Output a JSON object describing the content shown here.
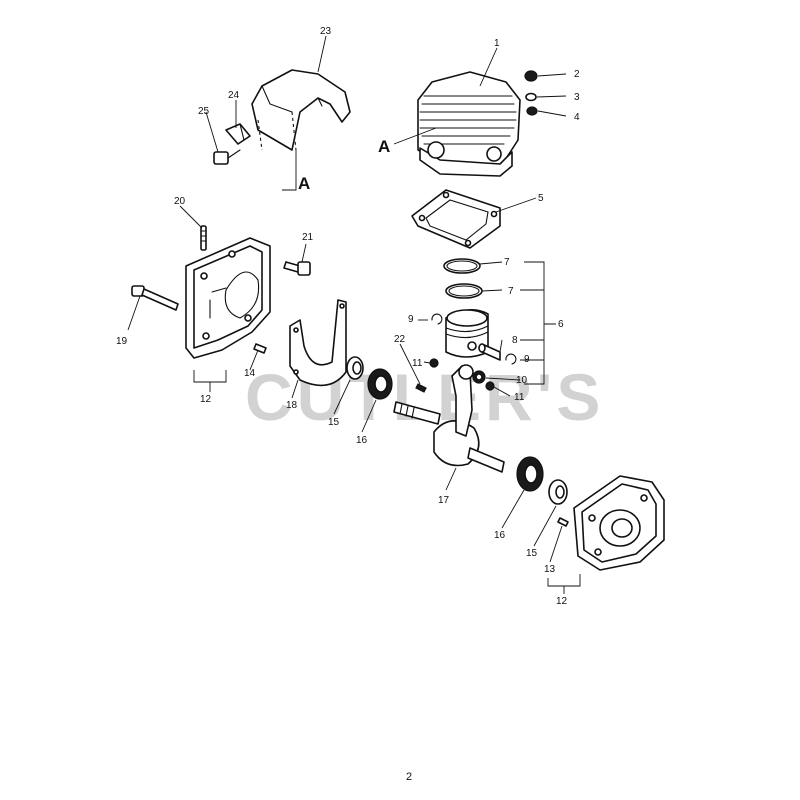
{
  "page_number": "2",
  "watermark": "CUTLER'S",
  "reference_marks": {
    "a_upper": "A",
    "a_lower": "A"
  },
  "callouts": {
    "c1": "1",
    "c2": "2",
    "c3": "3",
    "c4": "4",
    "c5": "5",
    "c6": "6",
    "c7a": "7",
    "c7b": "7",
    "c8": "8",
    "c9a": "9",
    "c9b": "9",
    "c10": "10",
    "c11a": "11",
    "c11b": "11",
    "c12a": "12",
    "c12b": "12",
    "c13": "13",
    "c14": "14",
    "c15a": "15",
    "c15b": "15",
    "c16a": "16",
    "c16b": "16",
    "c17": "17",
    "c18": "18",
    "c19": "19",
    "c20": "20",
    "c21": "21",
    "c22": "22",
    "c23": "23",
    "c24": "24",
    "c25": "25"
  }
}
